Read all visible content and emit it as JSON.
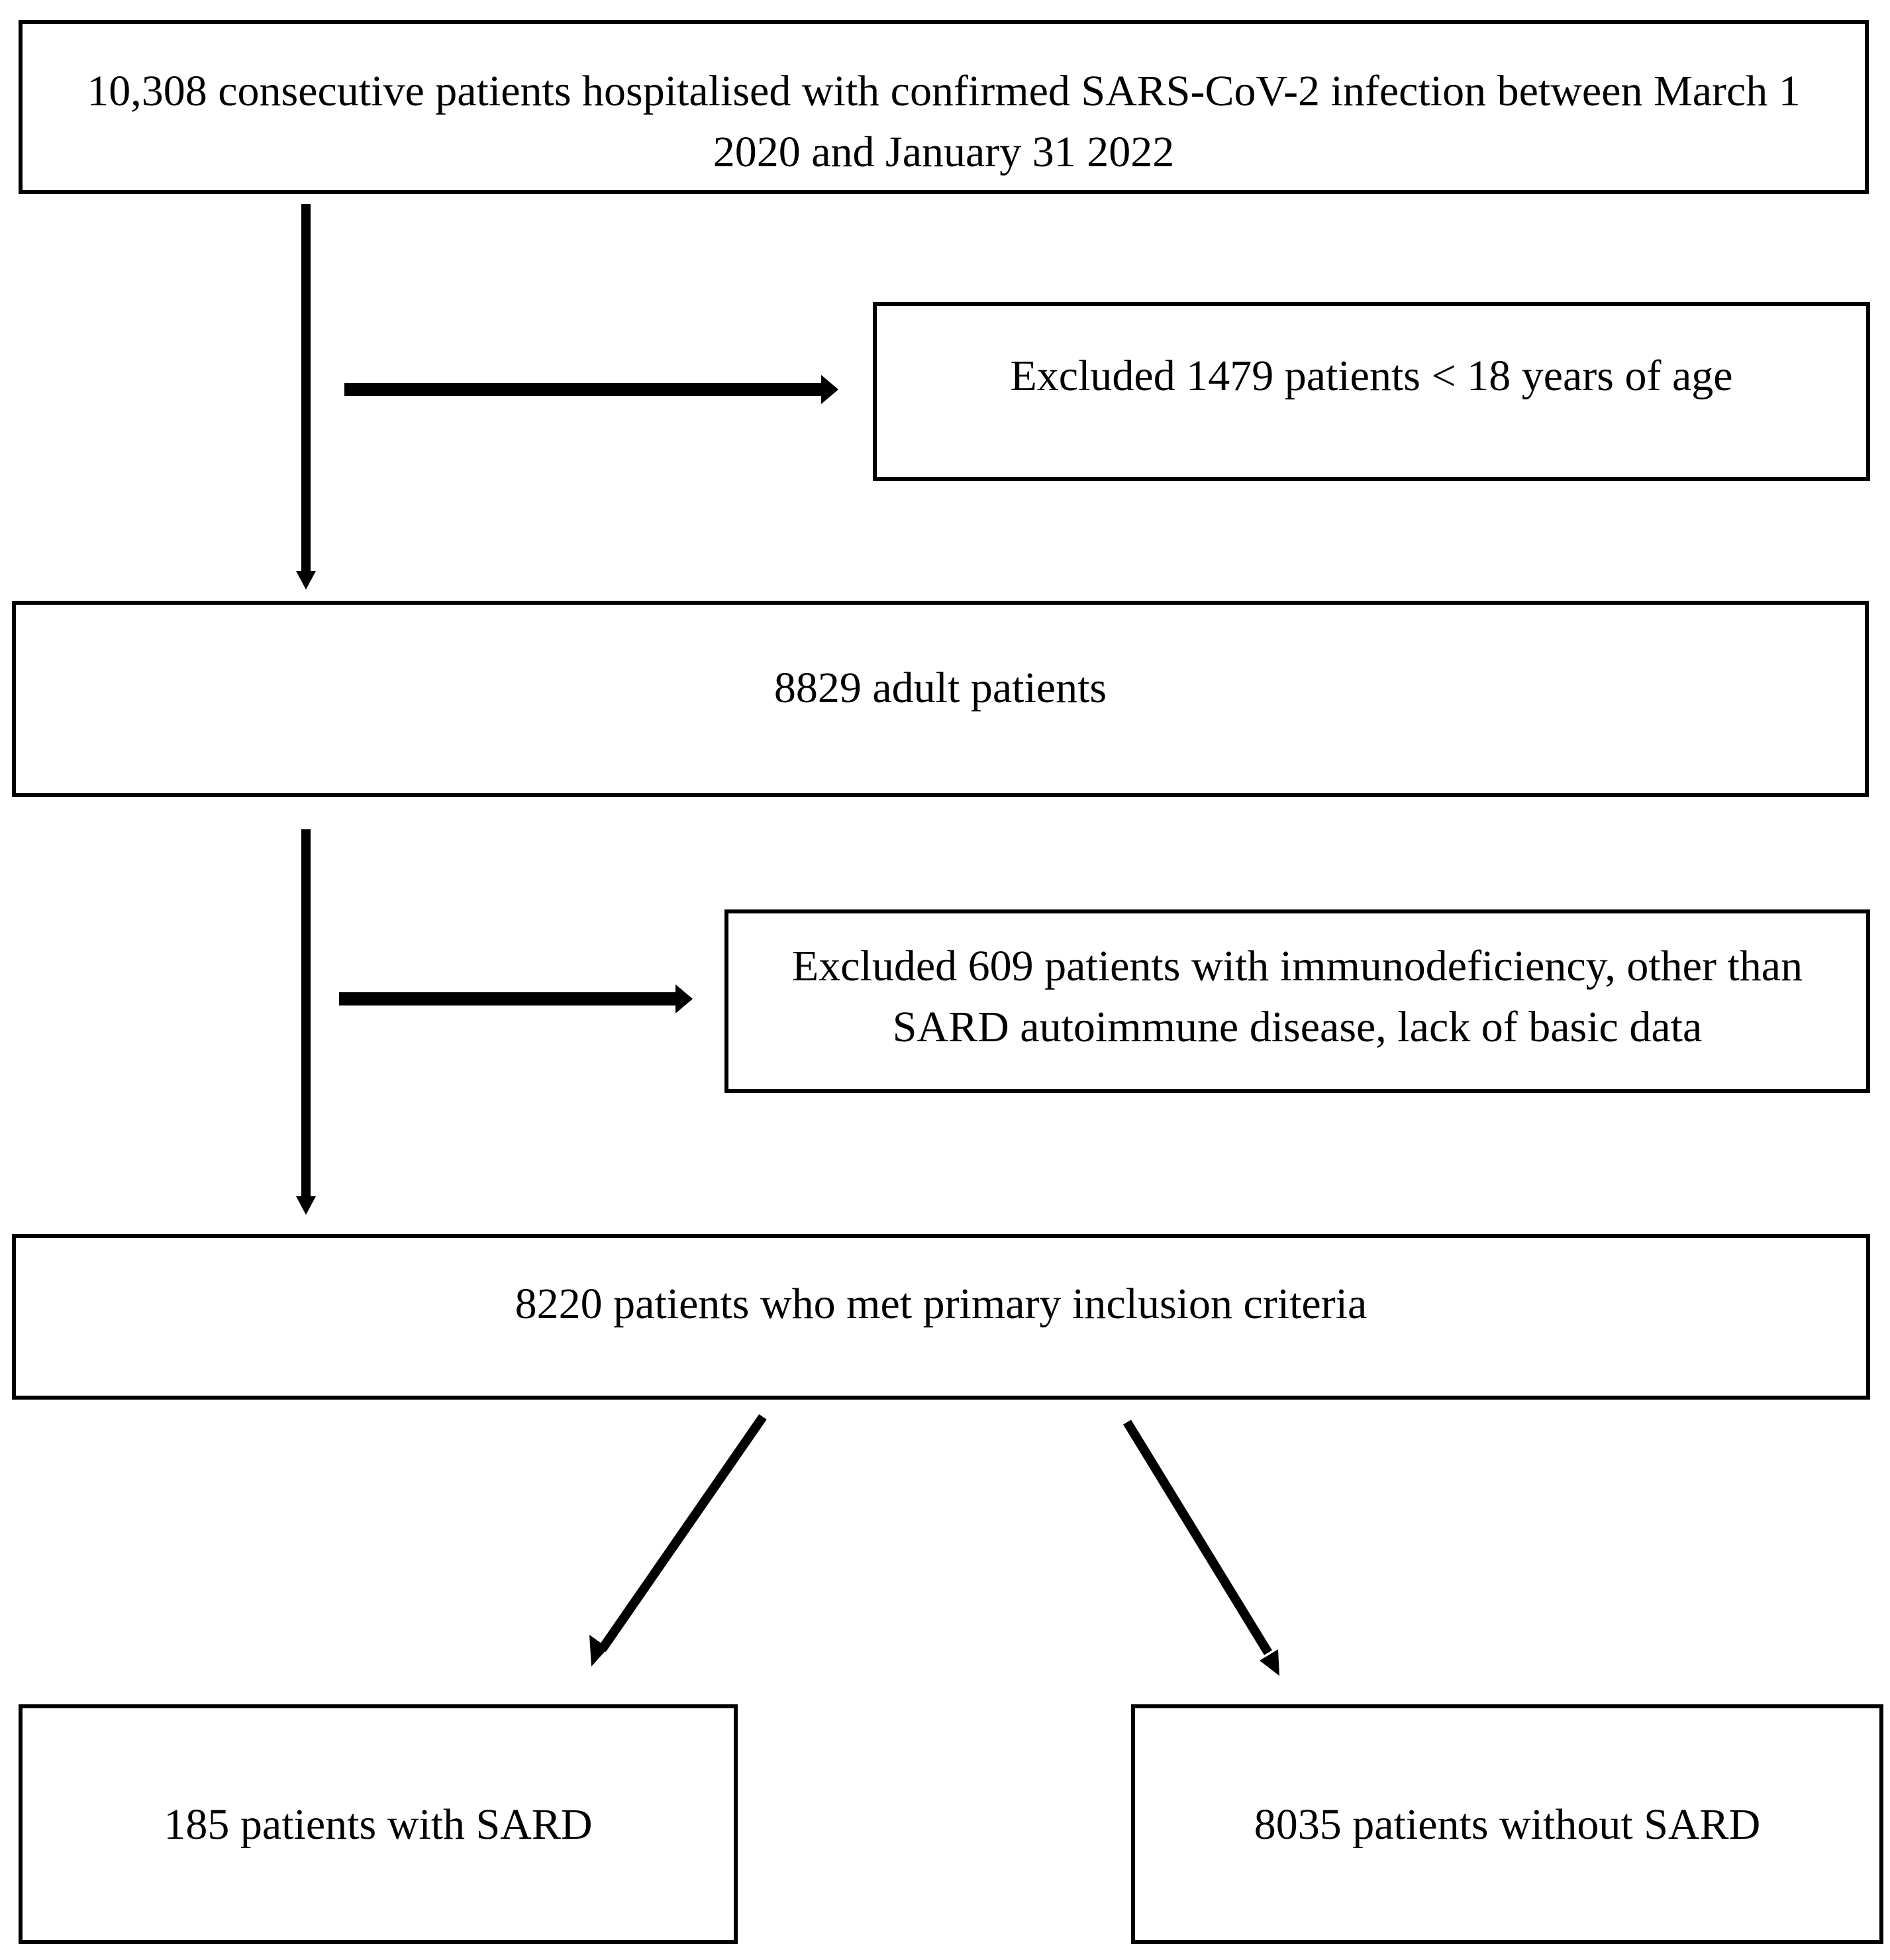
{
  "flow": {
    "total": "10,308 consecutive patients hospitalised with confirmed SARS-CoV-2 infection between March 1 2020 and January 31 2022",
    "excluded_age": "Excluded 1479 patients < 18 years of age",
    "adults": "8829 adult patients",
    "excluded_other": "Excluded 609 patients with immunodeficiency, other than SARD autoimmune disease, lack of basic data",
    "inclusion": "8220 patients who met primary inclusion criteria",
    "with_sard": "185 patients with SARD",
    "without_sard": "8035 patients without SARD"
  },
  "colors": {
    "line": "#000000",
    "box_border": "#000000",
    "background": "#ffffff"
  }
}
